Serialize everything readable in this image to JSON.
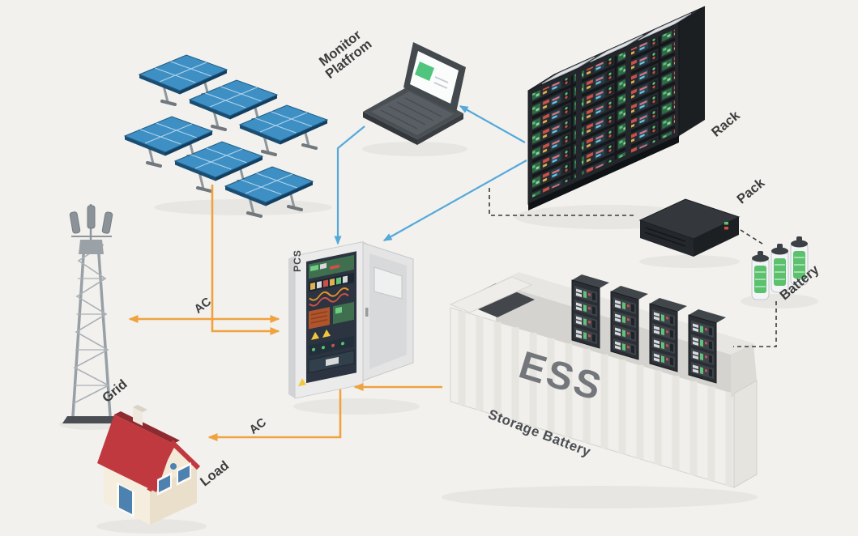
{
  "scene": {
    "background": "#f2f1ee"
  },
  "labels": {
    "monitor_line1": "Monitor",
    "monitor_line2": "Platfrom",
    "rack": "Rack",
    "pack": "Pack",
    "battery": "Battery",
    "pcs": "PCS",
    "grid": "Grid",
    "load": "Load",
    "ess": "ESS",
    "storage_battery": "Storage Battery",
    "ac_grid_pcs": "AC",
    "ac_pcs_load": "AC"
  },
  "colors": {
    "ac_line": "#f0a23e",
    "monitor_line": "#55a9da",
    "dashed_line": "#3b3b3b",
    "solar_panel_blue": "#3e8fc4",
    "rack_body": "#23272b",
    "container_body": "#f1efeb",
    "roof_red": "#c0393f",
    "battery_green": "#5bc16d"
  },
  "connections": [
    {
      "from": "solar-panels",
      "to": "pcs",
      "style": "solid-orange",
      "label": ""
    },
    {
      "from": "pcs",
      "to": "grid-tower",
      "style": "solid-orange",
      "label": "AC"
    },
    {
      "from": "pcs",
      "to": "load-house",
      "style": "solid-orange",
      "label": "AC"
    },
    {
      "from": "ess-container",
      "to": "pcs",
      "style": "solid-orange",
      "label": ""
    },
    {
      "from": "monitor-platform",
      "to": "pcs",
      "style": "solid-blue",
      "label": ""
    },
    {
      "from": "rack",
      "to": "pcs",
      "style": "solid-blue",
      "label": ""
    },
    {
      "from": "rack",
      "to": "monitor-platform",
      "style": "solid-blue",
      "label": ""
    },
    {
      "from": "rack",
      "to": "pack",
      "style": "dashed-black",
      "label": ""
    },
    {
      "from": "pack",
      "to": "battery",
      "style": "dashed-black",
      "label": ""
    },
    {
      "from": "battery",
      "to": "ess-container",
      "style": "dashed-black",
      "label": ""
    }
  ]
}
